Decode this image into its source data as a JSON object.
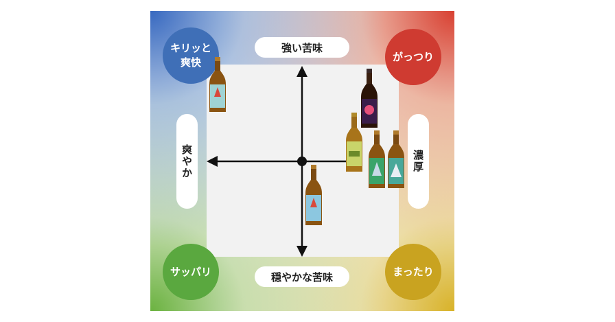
{
  "corners": {
    "top_left": "キリッと\n爽快",
    "top_right": "がっつり",
    "bottom_left": "サッパリ",
    "bottom_right": "まったり"
  },
  "axis_labels": {
    "top": "強い苦味",
    "bottom": "穏やかな苦味",
    "left": "爽やか",
    "right": "濃厚"
  },
  "bottles": [
    {
      "label_color": "#9fd3d4",
      "accent": "#d9483b"
    },
    {
      "label_color": "#3a1d4a",
      "accent": "#e6507a"
    },
    {
      "label_color": "#c9d46a",
      "accent": "#6b8a2a"
    },
    {
      "label_color": "#3aa46a",
      "accent": "#c8d9e8"
    },
    {
      "label_color": "#48a89a",
      "accent": "#e8eef4"
    },
    {
      "label_color": "#8cc7e0",
      "accent": "#d9483b"
    }
  ],
  "colors": {
    "blue": "#3f6fb7",
    "red": "#cf3b31",
    "green": "#5aa83f",
    "yellow": "#c9a320",
    "axis": "#111111"
  }
}
